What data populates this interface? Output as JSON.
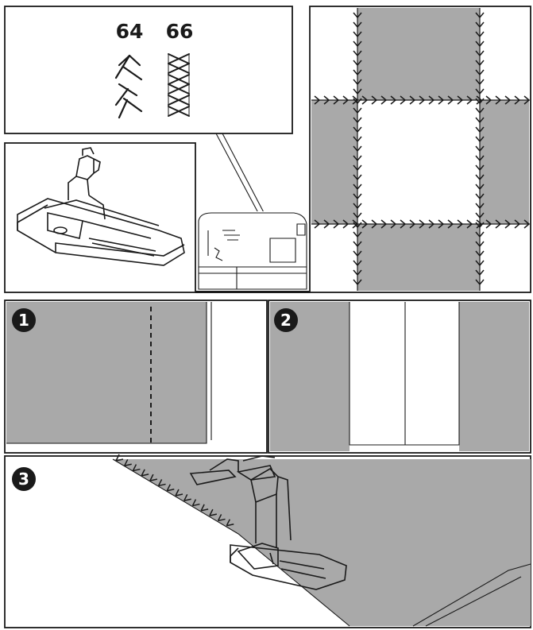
{
  "stitch_options": [
    {
      "number": "64",
      "icon": "feather-stitch-icon"
    },
    {
      "number": "66",
      "icon": "cross-stitch-icon"
    }
  ],
  "steps": [
    {
      "number": "1",
      "icon": "step-1-badge"
    },
    {
      "number": "2",
      "icon": "step-2-badge"
    },
    {
      "number": "3",
      "icon": "step-3-badge"
    }
  ],
  "colors": {
    "fabric": "#a9a9a9",
    "line": "#1a1a1a",
    "background": "#ffffff"
  }
}
